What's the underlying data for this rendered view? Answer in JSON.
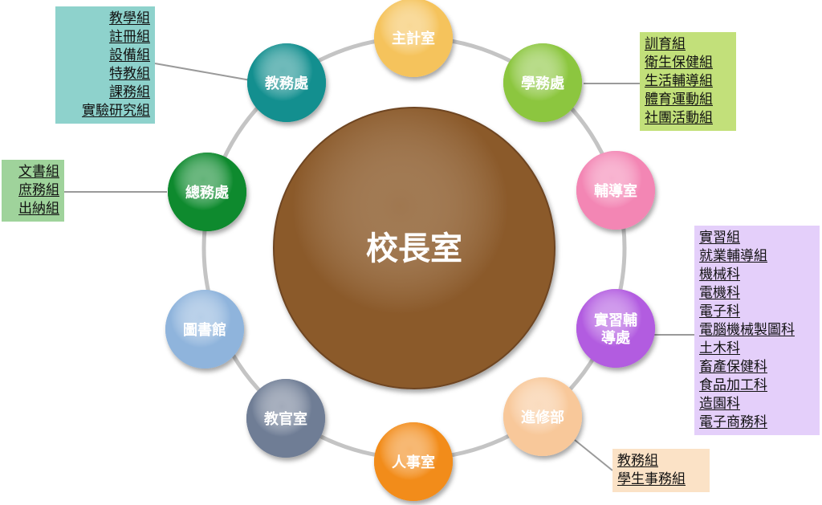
{
  "center": {
    "label": "校長室",
    "color": "#8b5a2b"
  },
  "units": [
    {
      "id": "zhuji",
      "label": "主計室",
      "color": "#f5c35c"
    },
    {
      "id": "xuewu",
      "label": "學務處",
      "color": "#8cc63f"
    },
    {
      "id": "fudao",
      "label": "輔導室",
      "color": "#f386b4"
    },
    {
      "id": "shixi",
      "label": "實習輔導處",
      "lines": [
        "實習輔",
        "導處"
      ],
      "color": "#b25ce0"
    },
    {
      "id": "jinxiu",
      "label": "進修部",
      "color": "#f8c89a"
    },
    {
      "id": "renshi",
      "label": "人事室",
      "color": "#f28c1a"
    },
    {
      "id": "jiaoguan",
      "label": "教官室",
      "color": "#6f7d95"
    },
    {
      "id": "tushu",
      "label": "圖書館",
      "color": "#8fb4dc"
    },
    {
      "id": "zongwu",
      "label": "總務處",
      "color": "#0e8a2e"
    },
    {
      "id": "jiaowu",
      "label": "教務處",
      "color": "#138f8f"
    }
  ],
  "groups": {
    "jiaowu": {
      "bg": "#8ed2cc",
      "items": [
        "教學組",
        "註冊組",
        "設備組",
        "特教組",
        "課務組",
        "實驗研究組"
      ]
    },
    "zongwu": {
      "bg": "#9fd39b",
      "items": [
        "文書組",
        "庶務組",
        "出納組"
      ]
    },
    "xuewu": {
      "bg": "#c2e07a",
      "items": [
        "訓育組",
        "衛生保健組",
        "生活輔導組",
        "體育運動組",
        "社團活動組"
      ]
    },
    "shixi": {
      "bg": "#e4cffa",
      "items": [
        "實習組",
        "就業輔導組",
        "機械科",
        "電機科",
        "電子科",
        "電腦機械製圖科",
        "土木科",
        "畜產保健科",
        "食品加工科",
        "造園科",
        "電子商務科"
      ]
    },
    "jinxiu": {
      "bg": "#fbe2c6",
      "items": [
        "教務組",
        "學生事務組"
      ]
    }
  },
  "ring_color": "#c4c4c4",
  "connector_color": "#9a9a9a"
}
